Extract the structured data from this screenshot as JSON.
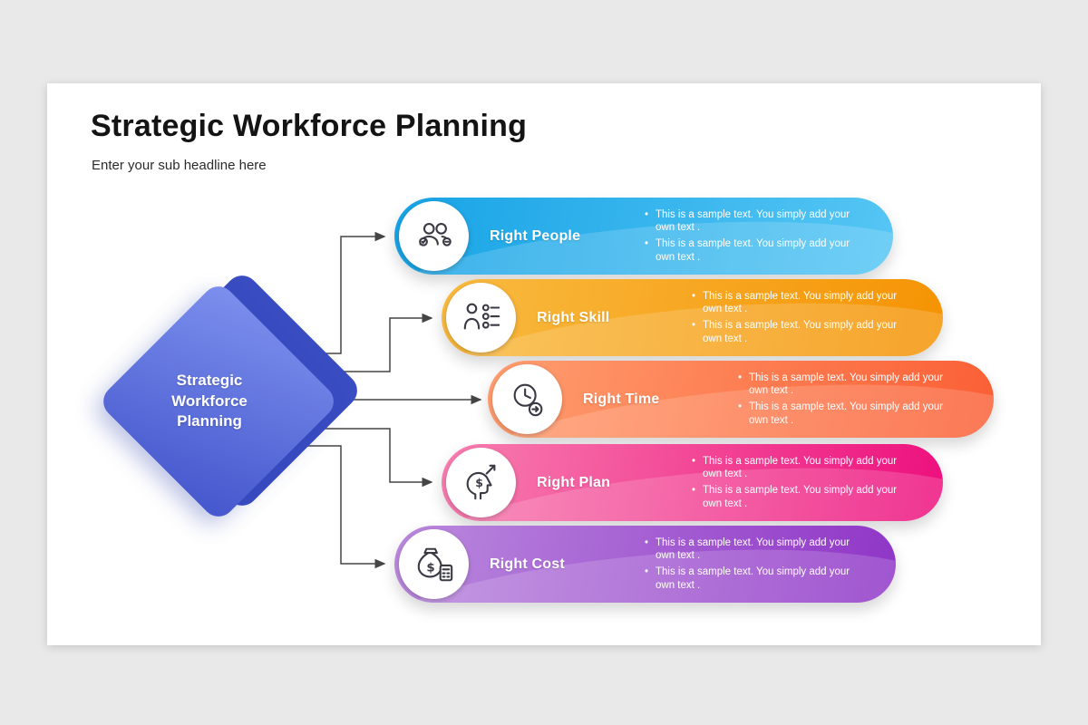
{
  "slide": {
    "title": "Strategic Workforce Planning",
    "subtitle": "Enter your sub headline here"
  },
  "diamond": {
    "label": "Strategic Workforce Planning",
    "lines": [
      "Strategic",
      "Workforce",
      "Planning"
    ],
    "color_front_start": "#7d90ee",
    "color_front_end": "#4456cc",
    "color_back": "#3a4cc2"
  },
  "rows": [
    {
      "label": "Right People",
      "icon": "team-icon",
      "colors": {
        "start": "#17a3e6",
        "end": "#56c6f4"
      },
      "bullets": [
        "This is a sample text. You simply add your own text .",
        "This is a sample text. You simply add your own text ."
      ]
    },
    {
      "label": "Right Skill",
      "icon": "skill-checklist-icon",
      "colors": {
        "start": "#f9bb41",
        "end": "#f59303"
      },
      "bullets": [
        "This is a sample text. You simply add your own text .",
        "This is a sample text. You simply add your own text ."
      ]
    },
    {
      "label": "Right Time",
      "icon": "clock-icon",
      "colors": {
        "start": "#ff9e70",
        "end": "#fb5f35"
      },
      "bullets": [
        "This is a sample text. You simply add your own text .",
        "This is a sample text. You simply add your own text ."
      ]
    },
    {
      "label": "Right Plan",
      "icon": "plan-head-icon",
      "colors": {
        "start": "#f87fb0",
        "end": "#ed0f7d"
      },
      "bullets": [
        "This is a sample text. You simply add your own text .",
        "This is a sample text. You simply add your own text ."
      ]
    },
    {
      "label": "Right Cost",
      "icon": "money-bag-icon",
      "colors": {
        "start": "#bb8ade",
        "end": "#8f35c7"
      },
      "bullets": [
        "This is a sample text. You simply add your own text .",
        "This is a sample text. You simply add your own text ."
      ]
    }
  ]
}
